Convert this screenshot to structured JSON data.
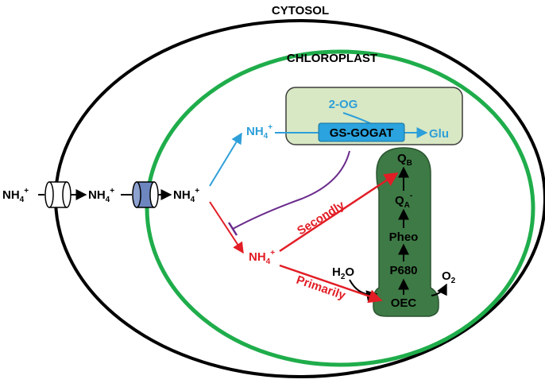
{
  "compartments": {
    "cytosol": "CYTOSOL",
    "chloroplast": "CHLOROPLAST"
  },
  "ammonium": {
    "base": "NH",
    "sub": "4",
    "charge": "+"
  },
  "assimilation": {
    "two_og": "2-OG",
    "enzyme": "GS-GOGAT",
    "product": "Glu"
  },
  "photosystem": {
    "qb": "Q",
    "qb_sub": "B",
    "qa": "Q",
    "qa_sub": "A",
    "qa_charge": "-",
    "pheo": "Pheo",
    "p680": "P680",
    "oec": "OEC",
    "water": "H",
    "water_sub": "2",
    "water_o": "O",
    "oxygen": "O",
    "oxygen_sub": "2"
  },
  "edge_labels": {
    "secondly": "Secondly",
    "primarily": "Primarily"
  },
  "colors": {
    "cytosol_border": "#000000",
    "chloroplast_border": "#1fad4b",
    "gs_box_fill": "#d8e8c4",
    "gs_box_stroke": "#3c3c3c",
    "enzyme_fill": "#2aa3de",
    "blue_path": "#2e9fd9",
    "red_path": "#e21d25",
    "inhibition": "#6a2b8c",
    "psii_fill": "#3e7a45",
    "transporter_plain": "#ffffff",
    "transporter_chloroplast": "#6d86c0"
  }
}
